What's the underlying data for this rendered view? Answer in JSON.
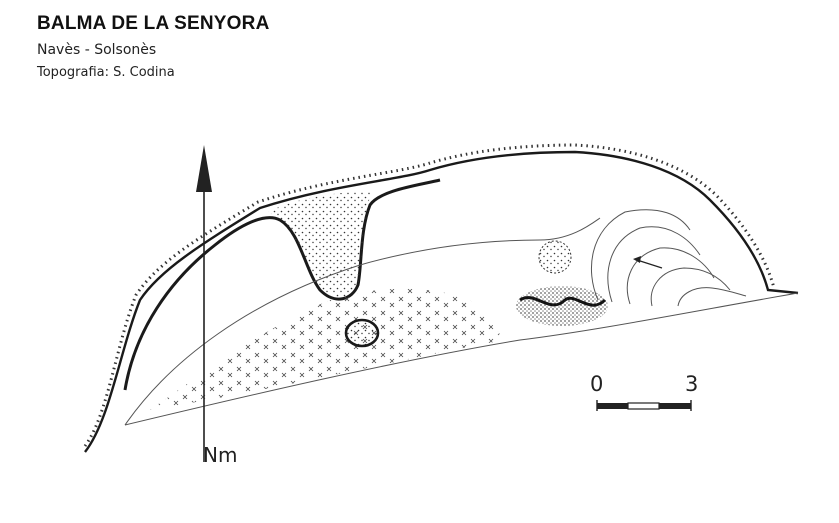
{
  "header": {
    "title": "BALMA DE LA SENYORA",
    "location": "Navès - Solsonès",
    "survey_credit": "Topografia: S. Codina"
  },
  "north_arrow": {
    "label": "Nm"
  },
  "scale_bar": {
    "start_label": "0",
    "end_label": "3"
  },
  "colors": {
    "ink": "#1a1a1a",
    "paper": "#ffffff"
  }
}
